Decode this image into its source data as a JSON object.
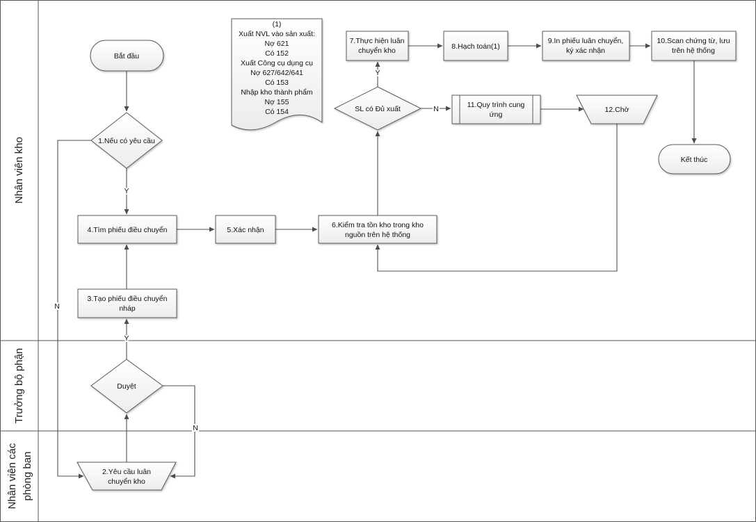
{
  "colors": {
    "line": "#4d4d4d",
    "shape_stroke": "#5a5a5a"
  },
  "lanes": {
    "warehouse": "Nhân viên kho",
    "manager": "Trưởng bộ phận",
    "departments": [
      "Nhân viên các",
      "phòng ban"
    ]
  },
  "nodes": {
    "start": "Bắt đầu",
    "note": [
      "(1)",
      "Xuất NVL vào sản xuất:",
      "Nợ 621",
      "Có 152",
      "Xuất Công cụ dụng cụ",
      "Nợ 627/642/641",
      "Có 153",
      "Nhập kho thành phẩm",
      "Nợ 155",
      "Có 154"
    ],
    "step1": "1.Nếu có yêu cầu",
    "step2": [
      "2.Yêu cầu luân",
      "chuyển kho"
    ],
    "step3": [
      "3.Tạo phiếu điều chuyển",
      "nháp"
    ],
    "step4": "4.Tìm phiếu điều chuyển",
    "step5": "5.Xác nhận",
    "step6": [
      "6.Kiểm tra tồn kho trong kho",
      "nguồn trên hệ thống"
    ],
    "check": "SL có Đủ xuất",
    "step7": [
      "7.Thực hiện luân",
      "chuyển kho"
    ],
    "step8": "8.Hạch toán(1)",
    "step9": [
      "9.In phiếu luân chuyển,",
      "ký xác nhận"
    ],
    "step10": [
      "10.Scan chứng từ, lưu",
      "trên hệ thống"
    ],
    "step11": [
      "11.Quy trình cung",
      "ứng"
    ],
    "step12": "12.Chờ",
    "approve": "Duyệt",
    "end": "Kết thúc"
  },
  "edges": {
    "step1_yes": "Y",
    "step1_no": "N",
    "approve_yes": "Y",
    "approve_no": "N",
    "check_yes": "Y",
    "check_no": "N"
  }
}
